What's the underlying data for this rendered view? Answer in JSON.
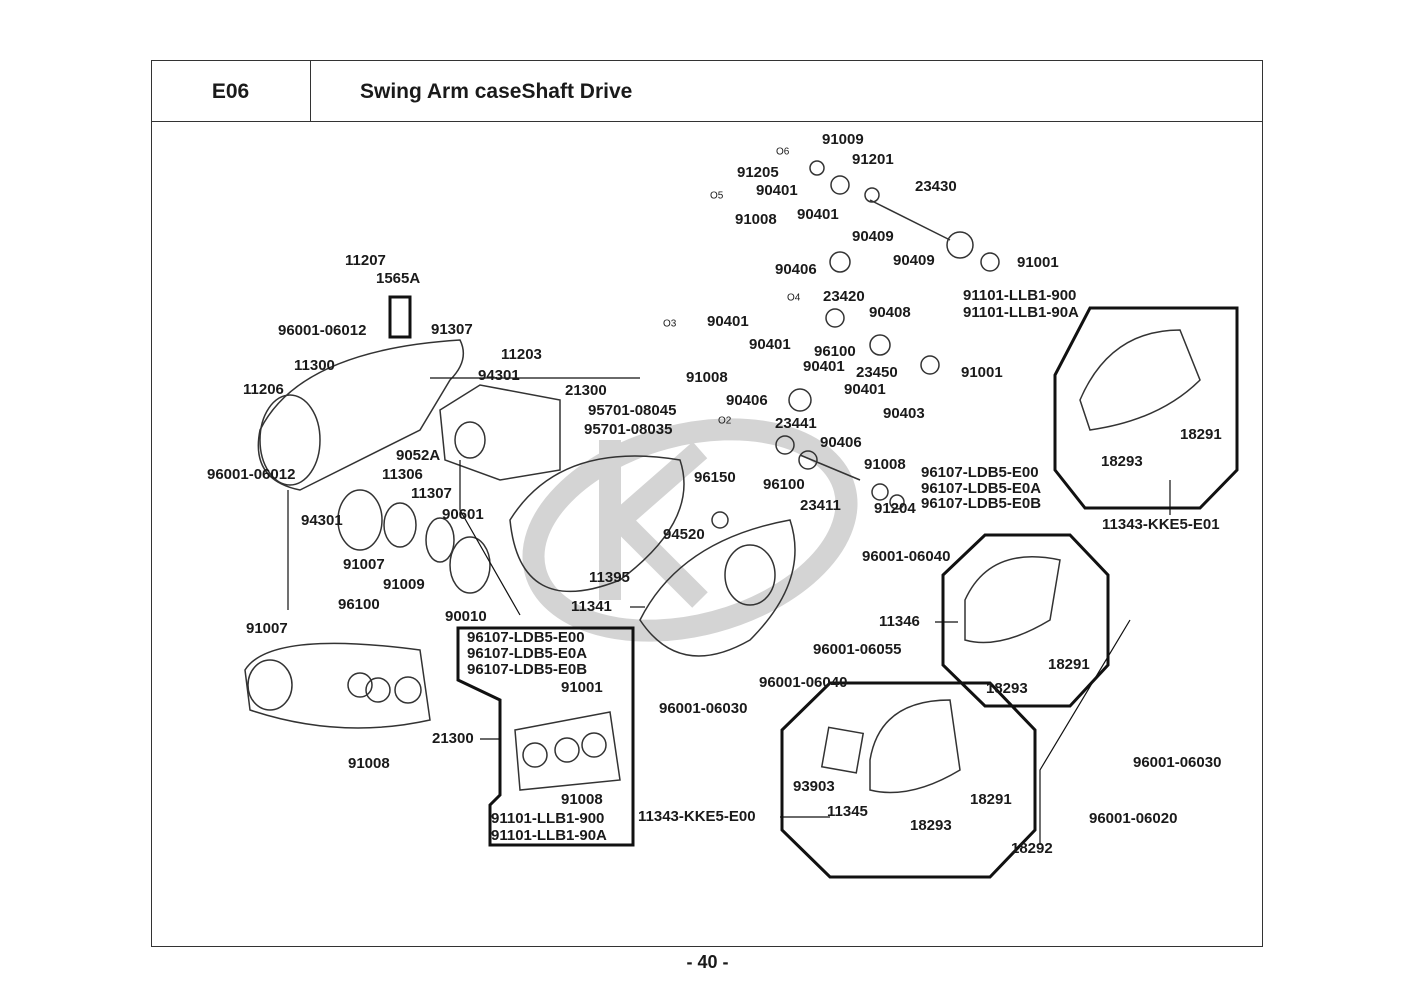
{
  "header": {
    "code": "E06",
    "title": "Swing Arm caseShaft Drive"
  },
  "page_number": "- 40 -",
  "watermark": "KYMCO",
  "callouts": [
    "91009",
    "91205",
    "91201",
    "90401",
    "23430",
    "90401",
    "91008",
    "90409",
    "90406",
    "90409",
    "91001",
    "23420",
    "91101-LLB1-900",
    "91101-LLB1-90A",
    "90408",
    "90401",
    "90401",
    "96100",
    "91008",
    "90401",
    "23450",
    "91001",
    "90401",
    "90406",
    "90403",
    "23441",
    "90406",
    "91008",
    "96107-LDB5-E00",
    "96107-LDB5-E0A",
    "96107-LDB5-E0B",
    "96100",
    "23411",
    "91204",
    "96150",
    "94520",
    "11395",
    "11207",
    "1565A",
    "96001-06012",
    "91307",
    "11203",
    "11300",
    "94301",
    "21300",
    "11206",
    "95701-08045",
    "95701-08035",
    "96001-06012",
    "9052A",
    "11306",
    "11307",
    "90601",
    "94301",
    "91007",
    "91009",
    "96100",
    "90010",
    "91007",
    "96107-LDB5-E00",
    "96107-LDB5-E0A",
    "96107-LDB5-E0B",
    "91001",
    "21300",
    "91008",
    "91008",
    "91101-LLB1-900",
    "91101-LLB1-90A",
    "11341",
    "96001-06040",
    "11346",
    "96001-06055",
    "96001-06040",
    "96001-06030",
    "18291",
    "18293",
    "11343-KKE5-E01",
    "18291",
    "18293",
    "93903",
    "11345",
    "18291",
    "18293",
    "11343-KKE5-E00",
    "96001-06030",
    "96001-06020",
    "18292"
  ],
  "markers": [
    "O6",
    "O5",
    "O4",
    "O3",
    "O2"
  ]
}
